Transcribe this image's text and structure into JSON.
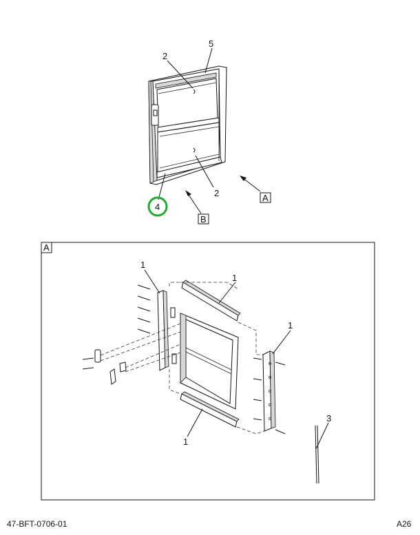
{
  "diagram": {
    "callouts": {
      "top_seal": "5",
      "upper_latch": "2",
      "lower_latch": "2",
      "highlighted_item": "4",
      "detail_top_left": "1",
      "detail_top_right": "1",
      "detail_right": "1",
      "detail_bottom": "1",
      "detail_item3": "3"
    },
    "view_markers": {
      "view_a": "A",
      "view_b": "B",
      "detail_a": "A"
    },
    "footer": {
      "drawing_number": "47-BFT-0706-01",
      "page_ref": "A26"
    },
    "colors": {
      "highlight_circle": "#22aa33",
      "line": "#111111",
      "shade": "#d8d8d8"
    }
  }
}
